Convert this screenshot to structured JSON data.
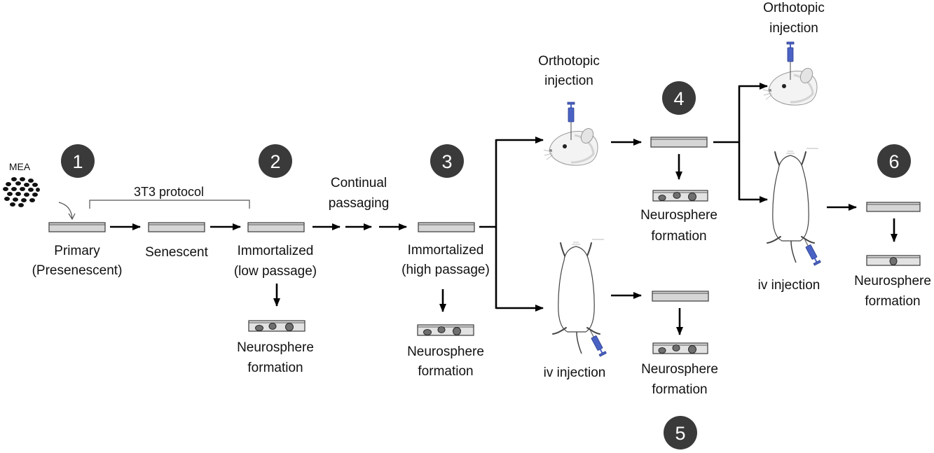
{
  "source": {
    "label": "MEA"
  },
  "protocol": {
    "label": "3T3 protocol"
  },
  "passaging": {
    "line1": "Continual",
    "line2": "passaging"
  },
  "badges": [
    "1",
    "2",
    "3",
    "4",
    "5",
    "6"
  ],
  "cultures": {
    "primary": {
      "line1": "Primary",
      "line2": "(Presenescent)"
    },
    "senescent": {
      "line1": "Senescent"
    },
    "immortalized_low": {
      "line1": "Immortalized",
      "line2": "(low passage)"
    },
    "immortalized_high": {
      "line1": "Immortalized",
      "line2": "(high passage)"
    }
  },
  "neurosphere_formation": [
    {
      "line1": "Neurosphere",
      "line2": "formation"
    },
    {
      "line1": "Neurosphere",
      "line2": "formation"
    },
    {
      "line1": "Neurosphere",
      "line2": "formation"
    },
    {
      "line1": "Neurosphere",
      "line2": "formation"
    },
    {
      "line1": "Neurosphere",
      "line2": "formation"
    }
  ],
  "injections": {
    "orthotopic_1": {
      "line1": "Orthotopic",
      "line2": "injection"
    },
    "iv_1": {
      "label": "iv injection"
    },
    "orthotopic_2": {
      "line1": "Orthotopic",
      "line2": "injection"
    },
    "iv_2": {
      "label": "iv injection"
    }
  },
  "colors": {
    "badge_fill": "#3a3a3a",
    "badge_text": "#ffffff",
    "dish_fill": "#d6d6d6",
    "neuro_dish_fill": "#e2e2e2",
    "sphere_fill": "#6f6f6f",
    "syringe": "#4a62c4",
    "arrow": "#000000"
  }
}
